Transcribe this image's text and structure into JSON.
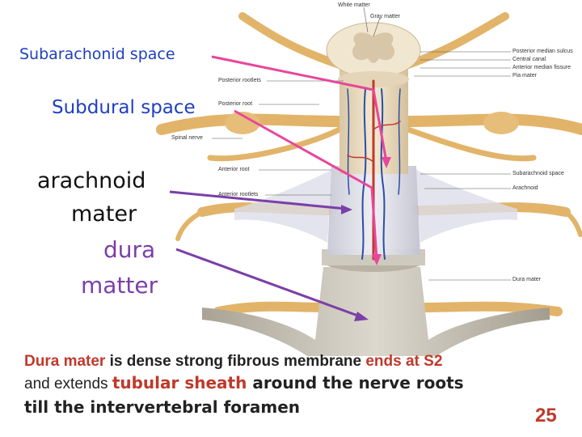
{
  "labels": {
    "subarachnoid": "Subarachonid  space",
    "subdural": "Subdural space",
    "arachnoid_line1": "arachnoid",
    "arachnoid_line2": "mater",
    "dura_line1": "dura",
    "dura_line2": "matter"
  },
  "figure_labels": {
    "white_matter": "White matter",
    "gray_matter": "Gray matter",
    "posterior_median_sulcus": "Posterior median sulcus",
    "central_canal": "Central canal",
    "anterior_median_fissure": "Anterior median fissure",
    "pia_mater": "Pia mater",
    "posterior_rootlets": "Posterior rootlets",
    "posterior_root": "Posterior root",
    "spinal_nerve": "Spinal nerve",
    "anterior_root": "Anterior root",
    "anterior_rootlets": "Anterior rootlets",
    "subarachnoid_space": "Subarachnoid space",
    "arachnoid": "Arachnoid",
    "dura_mater": "Dura mater"
  },
  "text": {
    "l1_a": "Dura mater",
    "l1_b": " is dense strong fibrous membrane ",
    "l1_c": "ends at S2",
    "l2_a": "and extends ",
    "l2_b": "tubular sheath",
    "l2_c": " around the nerve roots",
    "l3": "till the intervertebral foramen"
  },
  "slide_number": "25",
  "colors": {
    "pink": "#e8469b",
    "purple": "#7b3fa8",
    "label_blue": "#1f3fbf",
    "heading_red": "#c0392b",
    "nerve": "#e2b46a",
    "cord": "#efe0c6",
    "dura": "#c9c4b8"
  }
}
